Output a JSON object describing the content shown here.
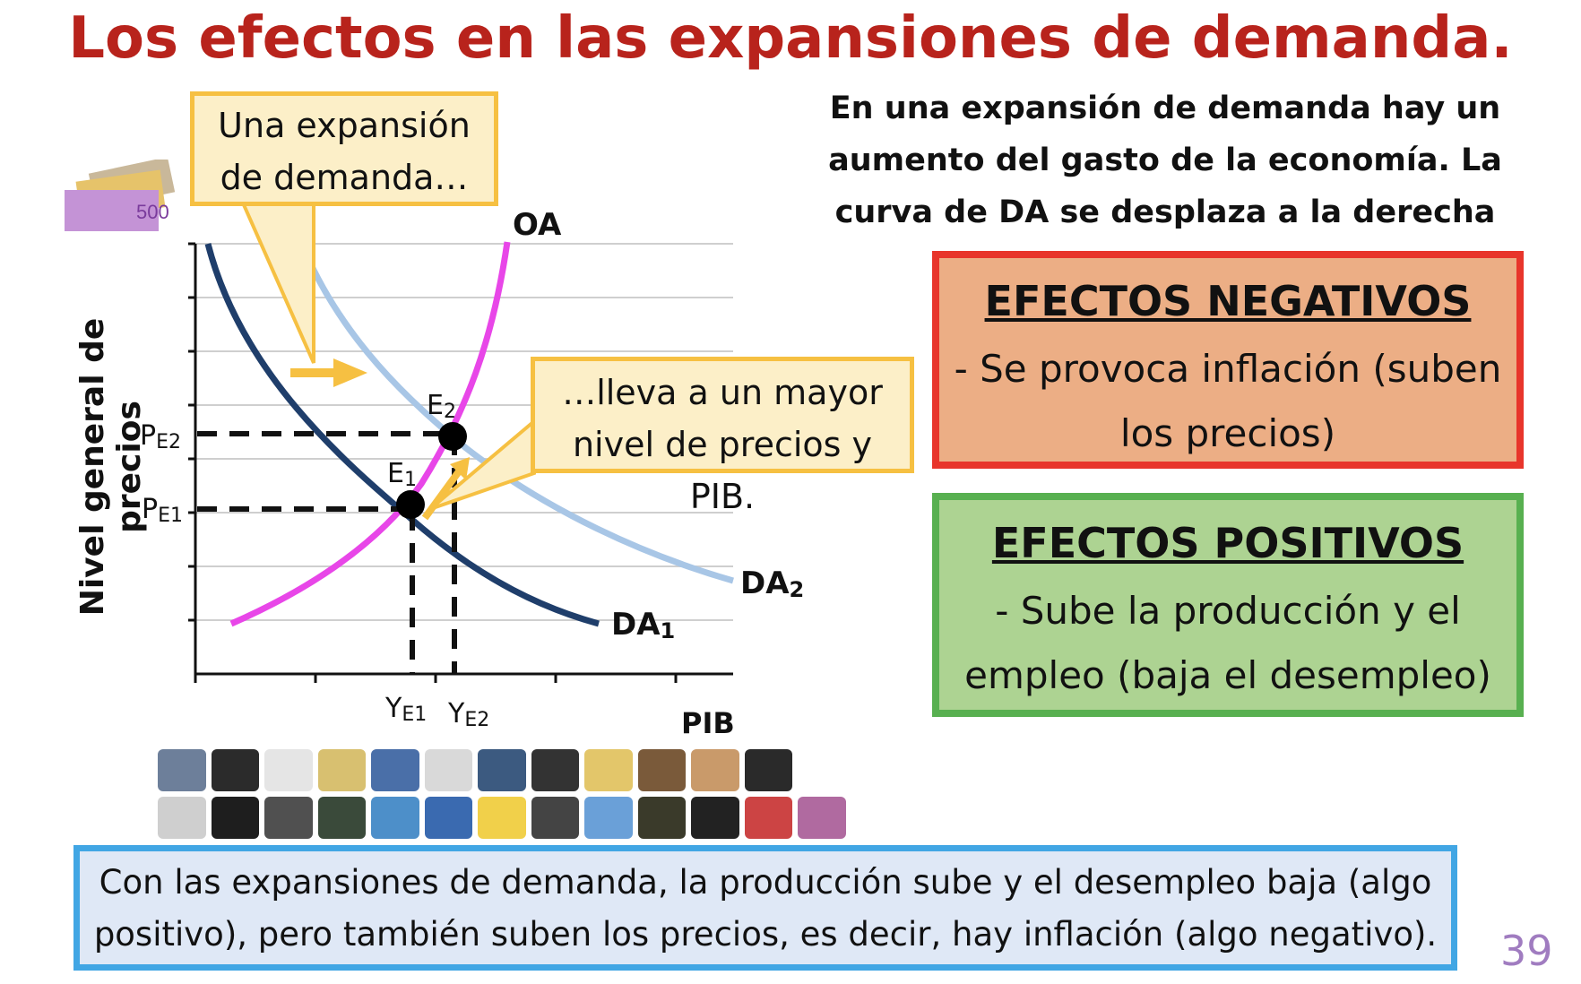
{
  "title": "Los efectos en las expansiones de demanda.",
  "intro_text": "En una expansión de demanda hay un aumento del gasto de la economía. La curva de DA se desplaza a la derecha",
  "callout_1": "Una expansión de demanda…",
  "callout_2": "…lleva a un mayor nivel de precios y PIB.",
  "negative_box": {
    "heading": "EFECTOS NEGATIVOS",
    "text": "- Se provoca inflación (suben los precios)"
  },
  "positive_box": {
    "heading": "EFECTOS POSITIVOS",
    "text": "- Sube la producción y el empleo (baja el desempleo)"
  },
  "conclusion": "Con las expansiones de demanda, la producción sube y el desempleo baja (algo positivo), pero también suben los precios, es decir, hay inflación (algo negativo).",
  "page_number": "39",
  "chart": {
    "y_axis_label": "Nivel general de precios",
    "x_axis_label": "PIB",
    "curve_labels": {
      "oa": "OA",
      "da1": "DA",
      "da1_sub": "1",
      "da2": "DA",
      "da2_sub": "2"
    },
    "points": {
      "e1": "E",
      "e1_sub": "1",
      "e2": "E",
      "e2_sub": "2"
    },
    "price_labels": {
      "pe1": "P",
      "pe1_sub": "E1",
      "pe2": "P",
      "pe2_sub": "E2"
    },
    "output_labels": {
      "ye1": "Y",
      "ye1_sub": "E1",
      "ye2": "Y",
      "ye2_sub": "E2"
    },
    "colors": {
      "oa": "#e846e8",
      "da1": "#1f3e6b",
      "da2": "#a8c6e6",
      "arrow": "#f6c042",
      "grid": "#cfcfcf"
    }
  },
  "images": {
    "banknote_label": "500",
    "products_label": "product-images"
  }
}
